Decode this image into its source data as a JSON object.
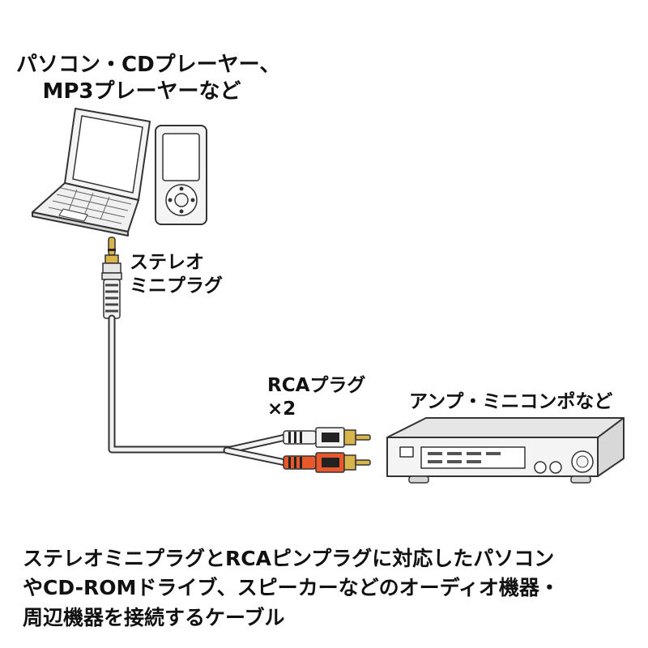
{
  "labels": {
    "source_line1": "パソコン・CDプレーヤー、",
    "source_line2": "MP3プレーヤーなど",
    "plug_line1": "ステレオ",
    "plug_line2": "ミニプラグ",
    "rca_line1": "RCAプラグ",
    "rca_line2": "×2",
    "amp": "アンプ・ミニコンポなど"
  },
  "description": {
    "line1": "ステレオミニプラグとRCAピンプラグに対応したパソコン",
    "line2": "やCD-ROMドライブ、スピーカーなどのオーディオ機器・",
    "line3": "周辺機器を接続するケーブル"
  },
  "colors": {
    "outline": "#333333",
    "device_fill": "#f4f4f4",
    "gold": "#d9b44a",
    "red_plug": "#e8582a",
    "white_plug": "#f2f2f2",
    "black_ring": "#222222"
  }
}
